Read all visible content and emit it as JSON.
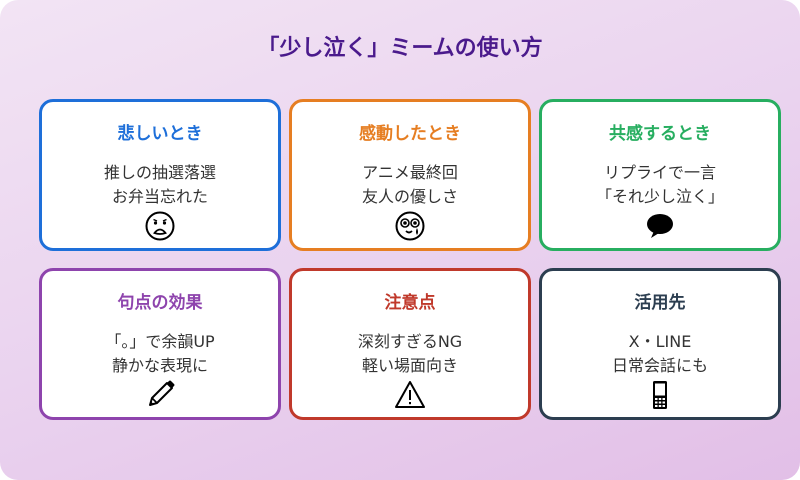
{
  "title": "「少し泣く」ミームの使い方",
  "colors": {
    "background_start": "#f2e4f4",
    "background_end": "#e2bfe7",
    "title": "#4a1a8c"
  },
  "cards": [
    {
      "title": "悲しいとき",
      "color": "#1e6fd9",
      "lines": [
        "推しの抽選落選",
        "お弁当忘れた"
      ],
      "icon": "sad-face-icon"
    },
    {
      "title": "感動したとき",
      "color": "#e67e22",
      "lines": [
        "アニメ最終回",
        "友人の優しさ"
      ],
      "icon": "teary-face-icon"
    },
    {
      "title": "共感するとき",
      "color": "#27ae60",
      "lines": [
        "リプライで一言",
        "「それ少し泣く」"
      ],
      "icon": "speech-bubble-icon"
    },
    {
      "title": "句点の効果",
      "color": "#8e44ad",
      "lines": [
        "「。」で余韻UP",
        "静かな表現に"
      ],
      "icon": "pencil-icon"
    },
    {
      "title": "注意点",
      "color": "#c0392b",
      "lines": [
        "深刻すぎるNG",
        "軽い場面向き"
      ],
      "icon": "warning-icon"
    },
    {
      "title": "活用先",
      "color": "#2c3e50",
      "lines": [
        "X・LINE",
        "日常会話にも"
      ],
      "icon": "mobile-phone-icon"
    }
  ]
}
